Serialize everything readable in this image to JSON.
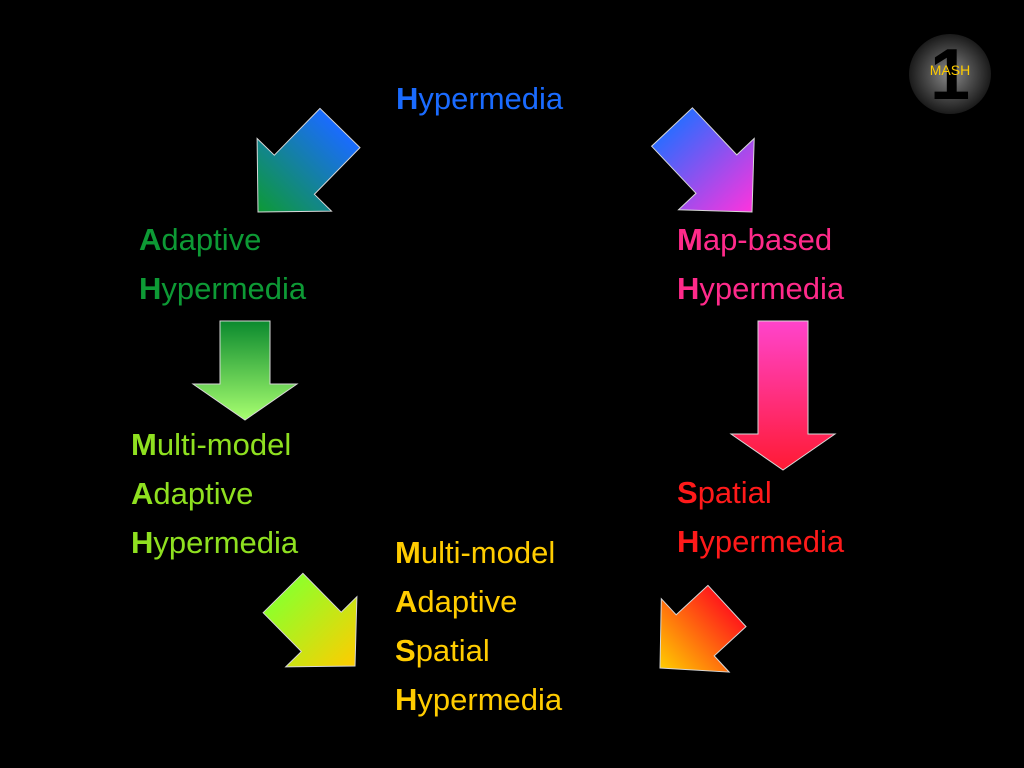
{
  "logo": {
    "digit": "1",
    "text": "MASH",
    "text_color": "#ffcc00"
  },
  "nodes": {
    "hypermedia": {
      "color": "#1a6bff",
      "lines": [
        {
          "initial": "H",
          "rest": "ypermedia"
        }
      ]
    },
    "adaptive_hypermedia": {
      "color": "#0d9a35",
      "lines": [
        {
          "initial": "A",
          "rest": "daptive"
        },
        {
          "initial": "H",
          "rest": "ypermedia"
        }
      ]
    },
    "map_based_hypermedia": {
      "color": "#ff2a8a",
      "lines": [
        {
          "initial": "M",
          "rest": "ap-based"
        },
        {
          "initial": "H",
          "rest": "ypermedia"
        }
      ]
    },
    "multi_model_adaptive_hypermedia": {
      "color": "#8fe020",
      "lines": [
        {
          "initial": "M",
          "rest": "ulti-model"
        },
        {
          "initial": "A",
          "rest": "daptive"
        },
        {
          "initial": "H",
          "rest": "ypermedia"
        }
      ]
    },
    "spatial_hypermedia": {
      "color": "#ff1a1a",
      "lines": [
        {
          "initial": "S",
          "rest": "patial"
        },
        {
          "initial": "H",
          "rest": "ypermedia"
        }
      ]
    },
    "multi_model_adaptive_spatial_hypermedia": {
      "color": "#ffcc00",
      "lines": [
        {
          "initial": "M",
          "rest": "ulti-model"
        },
        {
          "initial": "A",
          "rest": "daptive"
        },
        {
          "initial": "S",
          "rest": "patial"
        },
        {
          "initial": "H",
          "rest": "ypermedia"
        }
      ]
    }
  },
  "arrows": [
    {
      "name": "arrow-hypermedia-to-adaptive",
      "from": "hypermedia",
      "to": "adaptive_hypermedia",
      "colors": [
        "#1a6bff",
        "#0d9a35"
      ]
    },
    {
      "name": "arrow-hypermedia-to-map-based",
      "from": "hypermedia",
      "to": "map_based_hypermedia",
      "colors": [
        "#2d6bff",
        "#ff33dd"
      ]
    },
    {
      "name": "arrow-adaptive-to-multi-model",
      "from": "adaptive_hypermedia",
      "to": "multi_model_adaptive_hypermedia",
      "colors": [
        "#0b8a2e",
        "#a8ff70"
      ]
    },
    {
      "name": "arrow-map-based-to-spatial",
      "from": "map_based_hypermedia",
      "to": "spatial_hypermedia",
      "colors": [
        "#ff44cc",
        "#ff1a33"
      ]
    },
    {
      "name": "arrow-multi-model-to-mash",
      "from": "multi_model_adaptive_hypermedia",
      "to": "multi_model_adaptive_spatial_hypermedia",
      "colors": [
        "#8fff2a",
        "#ffcc00"
      ]
    },
    {
      "name": "arrow-spatial-to-mash",
      "from": "spatial_hypermedia",
      "to": "multi_model_adaptive_spatial_hypermedia",
      "colors": [
        "#ff1a1a",
        "#ffcc00"
      ]
    }
  ]
}
